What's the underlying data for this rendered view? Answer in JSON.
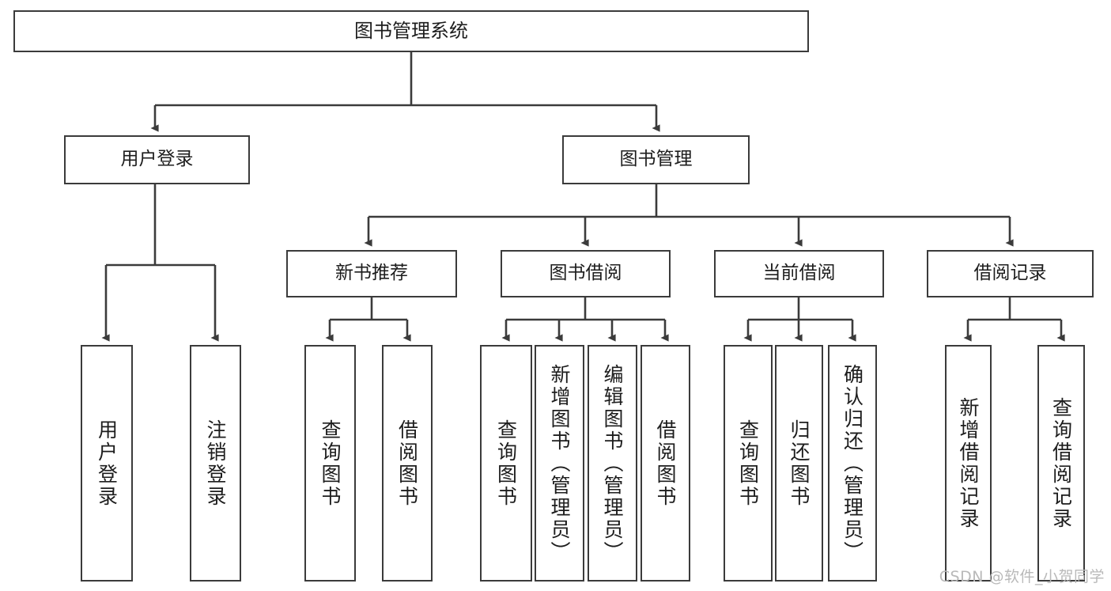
{
  "diagram": {
    "title": "图书管理系统",
    "type": "tree-hierarchy-chart",
    "watermark": "CSDN @软件_小贺同学",
    "colors": {
      "background": "#ffffff",
      "box_fill": "#ffffff",
      "box_border": "#3b3b3b",
      "connector": "#3b3b3b",
      "text": "#1d1d1d",
      "watermark": "#b9b9b9"
    },
    "levels": {
      "level1": [
        {
          "id": "root",
          "label": "图书管理系统"
        }
      ],
      "level2": [
        {
          "id": "user-login",
          "label": "用户登录",
          "parent": "root"
        },
        {
          "id": "book-manage",
          "label": "图书管理",
          "parent": "root"
        }
      ],
      "level3": [
        {
          "id": "new-book-rec",
          "label": "新书推荐",
          "parent": "book-manage"
        },
        {
          "id": "book-borrow",
          "label": "图书借阅",
          "parent": "book-manage"
        },
        {
          "id": "current-borrow",
          "label": "当前借阅",
          "parent": "book-manage"
        },
        {
          "id": "borrow-record",
          "label": "借阅记录",
          "parent": "book-manage"
        }
      ],
      "leaves": [
        {
          "id": "leaf-user-login",
          "label": "用户登录",
          "parent": "user-login"
        },
        {
          "id": "leaf-user-logout",
          "label": "注销登录",
          "parent": "user-login"
        },
        {
          "id": "leaf-rec-query",
          "label": "查询图书",
          "parent": "new-book-rec"
        },
        {
          "id": "leaf-rec-borrow",
          "label": "借阅图书",
          "parent": "new-book-rec"
        },
        {
          "id": "leaf-borrow-query",
          "label": "查询图书",
          "parent": "book-borrow"
        },
        {
          "id": "leaf-borrow-add",
          "label": "新增图书（管理员）",
          "parent": "book-borrow"
        },
        {
          "id": "leaf-borrow-edit",
          "label": "编辑图书（管理员）",
          "parent": "book-borrow"
        },
        {
          "id": "leaf-borrow-lend",
          "label": "借阅图书",
          "parent": "book-borrow"
        },
        {
          "id": "leaf-cur-query",
          "label": "查询图书",
          "parent": "current-borrow"
        },
        {
          "id": "leaf-cur-return",
          "label": "归还图书",
          "parent": "current-borrow"
        },
        {
          "id": "leaf-cur-confirm",
          "label": "确认归还（管理员）",
          "parent": "current-borrow"
        },
        {
          "id": "leaf-rec-add",
          "label": "新增借阅记录",
          "parent": "borrow-record"
        },
        {
          "id": "leaf-rec-search",
          "label": "查询借阅记录",
          "parent": "borrow-record"
        }
      ]
    }
  }
}
